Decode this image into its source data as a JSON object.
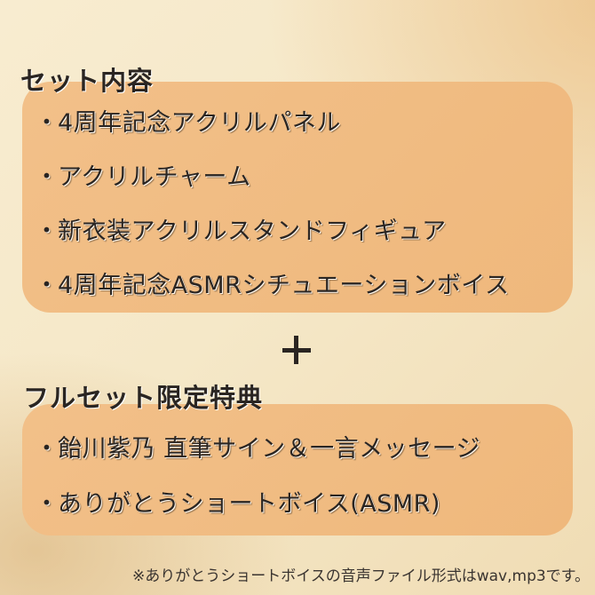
{
  "set_contents": {
    "heading": "セット内容",
    "bullet": "・",
    "items": [
      "4周年記念アクリルパネル",
      "アクリルチャーム",
      "新衣装アクリルスタンドフィギュア",
      "4周年記念ASMRシチュエーションボイス"
    ]
  },
  "plus_icon": "plus-icon",
  "full_set_bonus": {
    "heading": "フルセット限定特典",
    "bullet": "・",
    "items": [
      "飴川紫乃 直筆サイン＆一言メッセージ",
      "ありがとうショートボイス(ASMR)"
    ]
  },
  "footnote": "※ありがとうショートボイスの音声ファイル形式はwav,mp3です。",
  "colors": {
    "box": "#f0bb80",
    "text": "#2a2522",
    "background": "#f6e9cb"
  }
}
